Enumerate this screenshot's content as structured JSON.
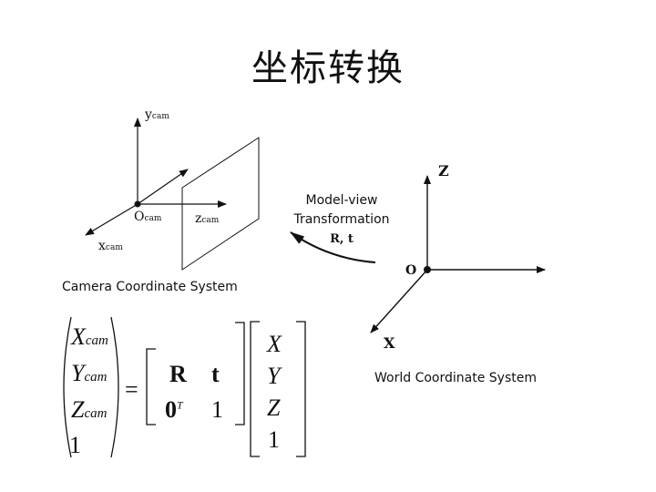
{
  "title": "坐标转换",
  "camera": {
    "y_axis": "y",
    "y_sub": "cam",
    "z_axis": "z",
    "z_sub": "cam",
    "x_axis": "x",
    "x_sub": "cam",
    "origin": "O",
    "origin_sub": "cam",
    "caption": "Camera Coordinate System"
  },
  "transform": {
    "line1": "Model-view",
    "line2": "Transformation",
    "line3": "R, t"
  },
  "world": {
    "z_axis": "Z",
    "origin": "O",
    "x_axis": "X",
    "caption": "World Coordinate System"
  },
  "equation": {
    "lhs": [
      {
        "base": "X",
        "sub": "cam"
      },
      {
        "base": "Y",
        "sub": "cam"
      },
      {
        "base": "Z",
        "sub": "cam"
      },
      {
        "base": "1",
        "sub": ""
      }
    ],
    "equals": "=",
    "matrix": {
      "r": "R",
      "t": "t",
      "zero": "0",
      "zero_sup": "T",
      "one": "1"
    },
    "rhs": [
      "X",
      "Y",
      "Z",
      "1"
    ]
  }
}
